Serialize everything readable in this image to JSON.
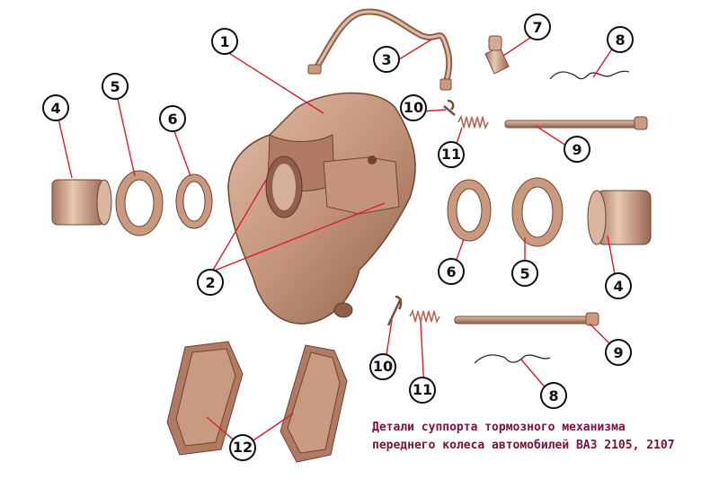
{
  "caption": {
    "line1": "Детали суппорта тормозного механизма",
    "line2": "переднего колеса автомобилей ВАЗ 2105, 2107",
    "color": "#7a1040"
  },
  "callouts": [
    {
      "id": "c1",
      "label": "1"
    },
    {
      "id": "c2",
      "label": "2"
    },
    {
      "id": "c3",
      "label": "3"
    },
    {
      "id": "c4a",
      "label": "4"
    },
    {
      "id": "c4b",
      "label": "4"
    },
    {
      "id": "c5a",
      "label": "5"
    },
    {
      "id": "c5b",
      "label": "5"
    },
    {
      "id": "c6a",
      "label": "6"
    },
    {
      "id": "c6b",
      "label": "6"
    },
    {
      "id": "c7",
      "label": "7"
    },
    {
      "id": "c8a",
      "label": "8"
    },
    {
      "id": "c8b",
      "label": "8"
    },
    {
      "id": "c9a",
      "label": "9"
    },
    {
      "id": "c9b",
      "label": "9"
    },
    {
      "id": "c10a",
      "label": "10"
    },
    {
      "id": "c10b",
      "label": "10"
    },
    {
      "id": "c11a",
      "label": "11"
    },
    {
      "id": "c11b",
      "label": "11"
    },
    {
      "id": "c12",
      "label": "12"
    }
  ],
  "colors": {
    "part_fill": "#c99a80",
    "part_dark": "#8f5f4a",
    "part_light": "#e6c4ae",
    "leader": "#d81f2a",
    "spring": "#b36a5a"
  }
}
